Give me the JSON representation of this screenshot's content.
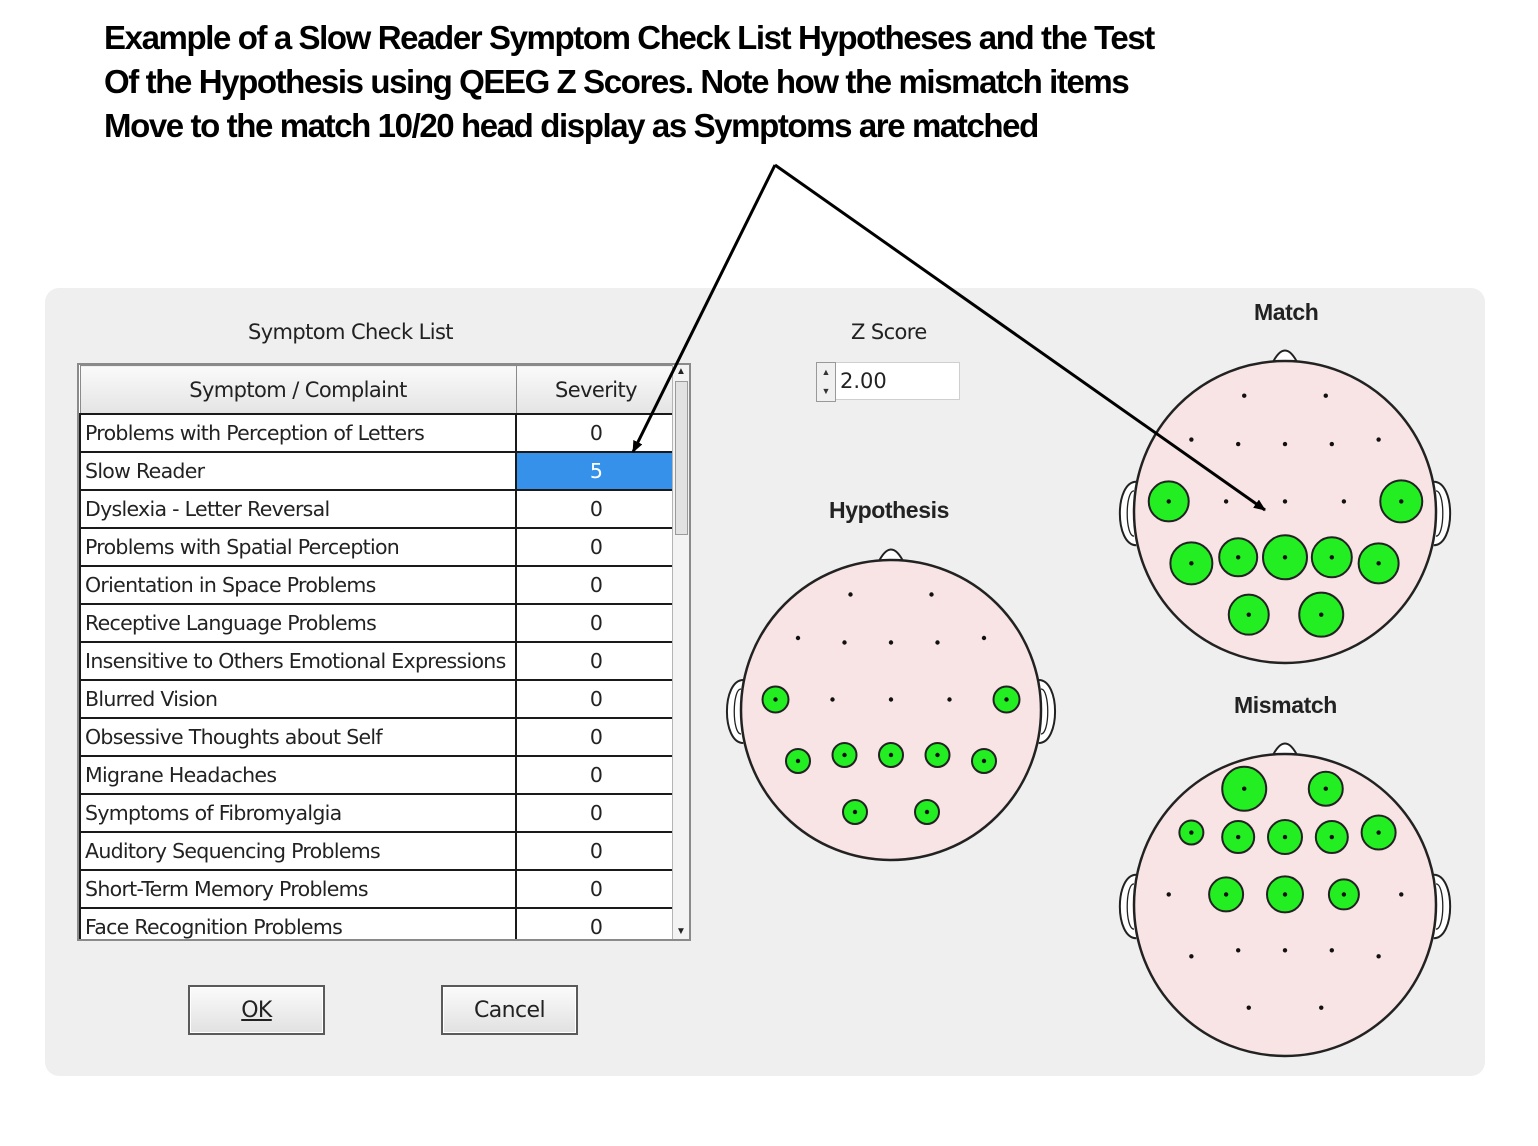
{
  "caption": {
    "line1": "Example of a Slow Reader Symptom Check List Hypotheses and the Test",
    "line2": "Of the Hypothesis using QEEG Z Scores.   Note how the mismatch items",
    "line3": "Move to the match 10/20 head display as Symptoms are matched"
  },
  "checklist": {
    "title": "Symptom Check List",
    "columns": {
      "symptom": "Symptom / Complaint",
      "severity": "Severity"
    },
    "rows": [
      {
        "symptom": "Problems with Perception of Letters",
        "severity": "0"
      },
      {
        "symptom": "Slow Reader",
        "severity": "5",
        "selected": true
      },
      {
        "symptom": "Dyslexia - Letter Reversal",
        "severity": "0"
      },
      {
        "symptom": "Problems with Spatial Perception",
        "severity": "0"
      },
      {
        "symptom": "Orientation in Space Problems",
        "severity": "0"
      },
      {
        "symptom": "Receptive Language Problems",
        "severity": "0"
      },
      {
        "symptom": "Insensitive to Others Emotional Expressions",
        "severity": "0"
      },
      {
        "symptom": "Blurred Vision",
        "severity": "0"
      },
      {
        "symptom": "Obsessive Thoughts about Self",
        "severity": "0"
      },
      {
        "symptom": "Migrane Headaches",
        "severity": "0"
      },
      {
        "symptom": "Symptoms of Fibromyalgia",
        "severity": "0"
      },
      {
        "symptom": "Auditory Sequencing Problems",
        "severity": "0"
      },
      {
        "symptom": "Short-Term Memory Problems",
        "severity": "0"
      },
      {
        "symptom": "Face Recognition Problems",
        "severity": "0"
      }
    ]
  },
  "zscore": {
    "label": "Z Score",
    "value": "2.00"
  },
  "heads": {
    "hypothesis": {
      "label": "Hypothesis"
    },
    "match": {
      "label": "Match"
    },
    "mismatch": {
      "label": "Mismatch"
    }
  },
  "buttons": {
    "ok": "OK",
    "cancel": "Cancel"
  },
  "colors": {
    "selection": "#3591e9",
    "electrode": "#22ee22",
    "scalp": "#f8e4e4",
    "panel": "#efefef"
  }
}
